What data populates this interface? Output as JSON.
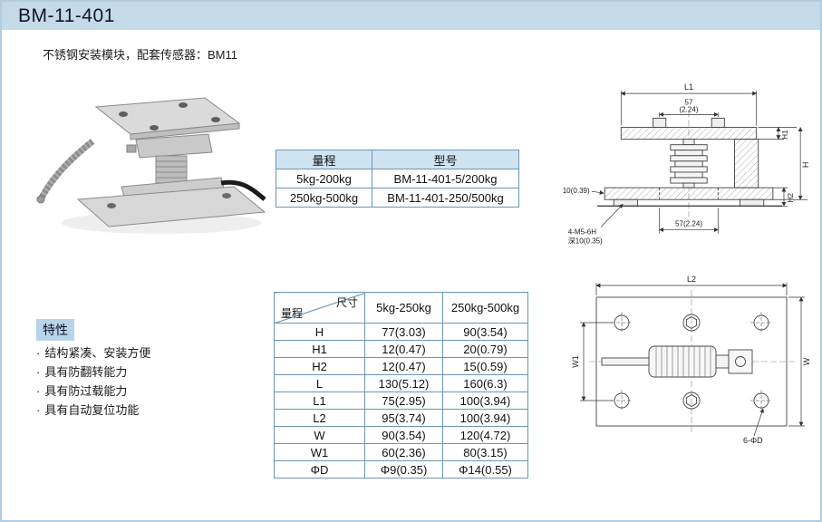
{
  "page": {
    "title": "BM-11-401",
    "subtitle": "不锈钢安装模块，配套传感器：BM11"
  },
  "model_table": {
    "col_range": "量程",
    "col_model": "型号",
    "rows": [
      {
        "range": "5kg-200kg",
        "model": "BM-11-401-5/200kg"
      },
      {
        "range": "250kg-500kg",
        "model": "BM-11-401-250/500kg"
      }
    ]
  },
  "features": {
    "title": "特性",
    "bullet": "·",
    "items": [
      "结构紧凑、安装方便",
      "具有防翻转能力",
      "具有防过载能力",
      "具有自动复位功能"
    ]
  },
  "dim_table": {
    "corner_top_right": "尺寸",
    "corner_bottom_left": "量程",
    "col1": "5kg-250kg",
    "col2": "250kg-500kg",
    "rows": [
      {
        "label": "H",
        "values": [
          "77(3.03)",
          "90(3.54)"
        ]
      },
      {
        "label": "H1",
        "values": [
          "12(0.47)",
          "20(0.79)"
        ]
      },
      {
        "label": "H2",
        "values": [
          "12(0.47)",
          "15(0.59)"
        ]
      },
      {
        "label": "L",
        "values": [
          "130(5.12)",
          "160(6.3)"
        ]
      },
      {
        "label": "L1",
        "values": [
          "75(2.95)",
          "100(3.94)"
        ]
      },
      {
        "label": "L2",
        "values": [
          "95(3.74)",
          "100(3.94)"
        ]
      },
      {
        "label": "W",
        "values": [
          "90(3.54)",
          "120(4.72)"
        ]
      },
      {
        "label": "W1",
        "values": [
          "60(2.36)",
          "80(3.15)"
        ]
      },
      {
        "label": "ΦD",
        "values": [
          "Φ9(0.35)",
          "Φ14(0.55)"
        ]
      }
    ]
  },
  "drawing_front": {
    "dim_l1": "L1",
    "dim_57a": "57",
    "dim_57b": "(2.24)",
    "dim_h1": "H1",
    "dim_h": "H",
    "dim_h2": "H2",
    "dim_10": "10(0.39)",
    "note_thread1": "4-M5-6H",
    "note_thread2": "深10(0.35)",
    "dim_57_bottom": "57(2.24)"
  },
  "drawing_plan": {
    "dim_l2": "L2",
    "dim_w1": "W1",
    "dim_w": "W",
    "note_holes": "6-ΦD"
  }
}
